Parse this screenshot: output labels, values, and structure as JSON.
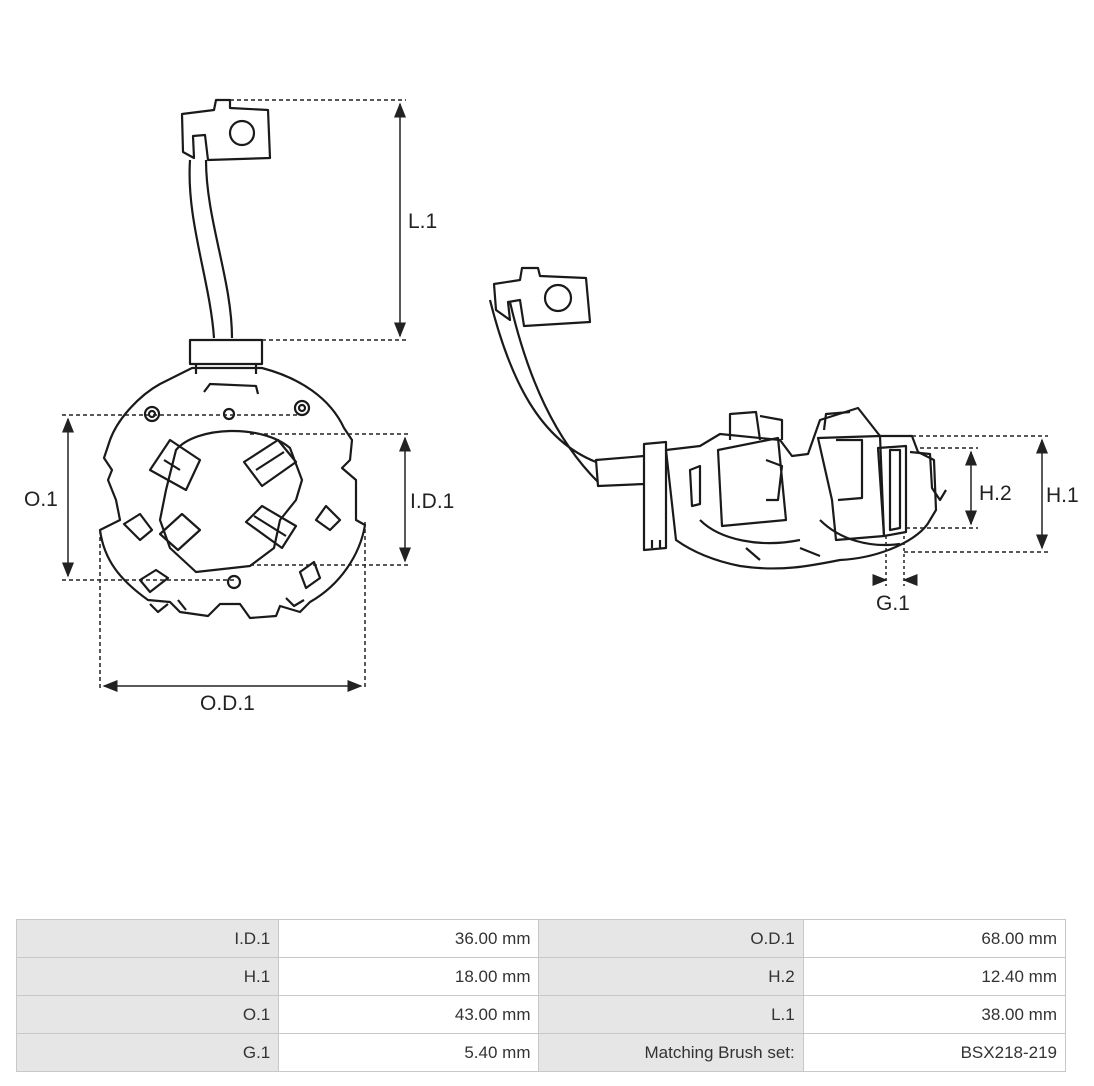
{
  "diagram": {
    "labels": {
      "l1": "L.1",
      "o1": "O.1",
      "id1": "I.D.1",
      "od1": "O.D.1",
      "h1": "H.1",
      "h2": "H.2",
      "g1": "G.1"
    }
  },
  "specs": {
    "rows": [
      [
        {
          "label": "I.D.1",
          "value": "36.00 mm"
        },
        {
          "label": "O.D.1",
          "value": "68.00 mm"
        }
      ],
      [
        {
          "label": "H.1",
          "value": "18.00 mm"
        },
        {
          "label": "H.2",
          "value": "12.40 mm"
        }
      ],
      [
        {
          "label": "O.1",
          "value": "43.00 mm"
        },
        {
          "label": "L.1",
          "value": "38.00 mm"
        }
      ],
      [
        {
          "label": "G.1",
          "value": "5.40 mm"
        },
        {
          "label": "Matching Brush set:",
          "value": "BSX218-219"
        }
      ]
    ]
  }
}
